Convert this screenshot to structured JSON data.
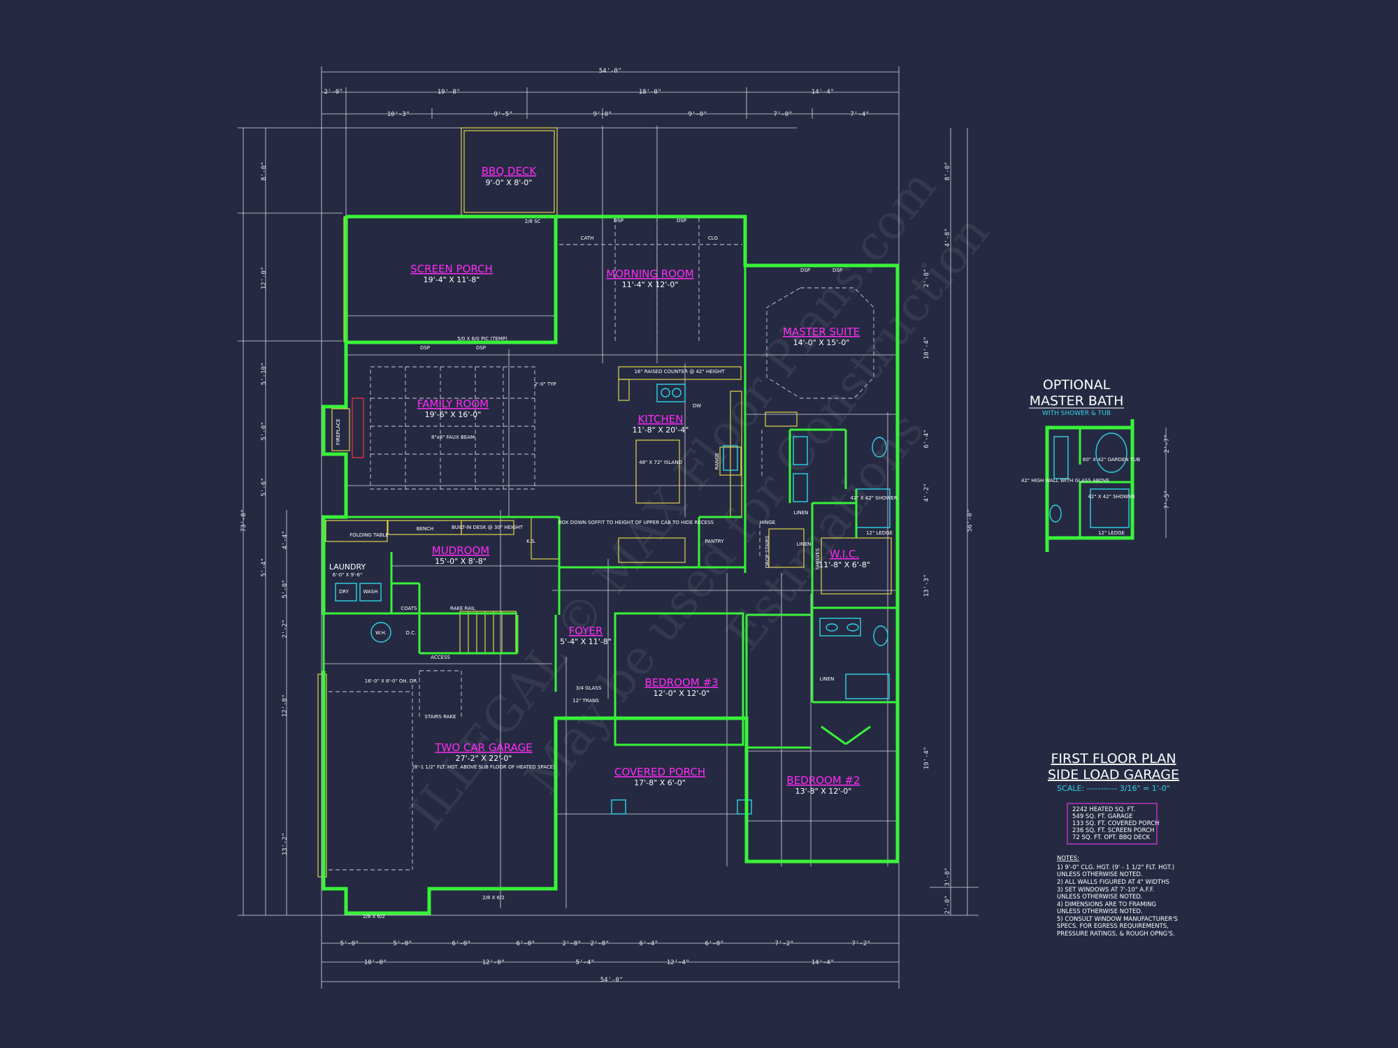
{
  "colors": {
    "background": "#252a42",
    "walls": "#39f339",
    "room_labels": "#ff2cf6",
    "text": "#ffffff",
    "scale": "#34d3ef",
    "framing": "#e3d54a"
  },
  "overall_dims": {
    "top_total": "54'-0\"",
    "bottom_total": "54'-0\"",
    "left_total": "73'-8\"",
    "right_total": "56'-0\""
  },
  "top_dims_row1": [
    "2'-0\"",
    "19'-8\"",
    "18'-0\"",
    "14'-4\""
  ],
  "top_dims_row2": [
    "10'-3\"",
    "9'-5\"",
    "9'-0\"",
    "9'-0\"",
    "7'-0\"",
    "7'-4\""
  ],
  "bottom_dims_row1": [
    "5'-0\"",
    "5'-0\"",
    "6'-0\"",
    "6'-0\"",
    "2'-8\"",
    "2'-8\"",
    "6'-4\"",
    "6'-0\"",
    "7'-2\"",
    "7'-2\""
  ],
  "bottom_dims_row2": [
    "10'-0\"",
    "12'-0\"",
    "5'-4\"",
    "12'-4\"",
    "14'-4\""
  ],
  "left_dims": [
    "8'-0\"",
    "12'-0\"",
    "5'-10\"",
    "5'-0\"",
    "5'-6\"",
    "4'-4\"",
    "5'-4\"",
    "5'-0\"",
    "2'-2\"",
    "12'-8\"",
    "13'-2\""
  ],
  "right_dims": [
    "8'-0\"",
    "4'-8\"",
    "2'-8\"",
    "10'-4\"",
    "6'-4\"",
    "4'-2\"",
    "13'-3\"",
    "19'-4\"",
    "3'-0\"",
    "2'-0\""
  ],
  "rooms": {
    "bbq_deck": {
      "name": "BBQ DECK",
      "size": "9'-0\" X 8'-0\""
    },
    "screen_porch": {
      "name": "SCREEN PORCH",
      "size": "19'-4\" X 11'-8\""
    },
    "morning_room": {
      "name": "MORNING ROOM",
      "size": "11'-4\" X 12'-0\""
    },
    "master_suite": {
      "name": "MASTER SUITE",
      "size": "14'-0\" X 15'-0\""
    },
    "family_room": {
      "name": "FAMILY ROOM",
      "size": "19'-6\" X 16'-0\""
    },
    "kitchen": {
      "name": "KITCHEN",
      "size": "11'-8\" X 20'-4\""
    },
    "mudroom": {
      "name": "MUDROOM",
      "size": "15'-0\" X 8'-8\""
    },
    "laundry": {
      "name": "LAUNDRY",
      "size": "6'-0\" X 9'-6\""
    },
    "foyer": {
      "name": "FOYER",
      "size": "5'-4\" X 11'-8\""
    },
    "wic": {
      "name": "W.I.C.",
      "size": "11'-8\" X 6'-8\""
    },
    "bedroom3": {
      "name": "BEDROOM #3",
      "size": "12'-0\" X 12'-0\""
    },
    "two_car_garage": {
      "name": "TWO CAR GARAGE",
      "size": "27'-2\" X 22'-0\"",
      "note": "(8'-1 1/2\" FLT. HGT. ABOVE SUB FLOOR OF HEATED SPACE)"
    },
    "covered_porch": {
      "name": "COVERED PORCH",
      "size": "17'-8\" X 6'-0\""
    },
    "bedroom2": {
      "name": "BEDROOM #2",
      "size": "13'-8\" X 12'-0\""
    }
  },
  "labels": {
    "cath": "CATH",
    "clg": "CLG",
    "dsp": "DSP",
    "raised_counter": "16\" RAISED COUNTER @ 42\" HEIGHT",
    "island": "48\" X 72\" ISLAND",
    "range": "RANGE",
    "dw": "DW",
    "pantry": "PANTRY",
    "box_down": "BOX DOWN SOFFIT TO HEIGHT OF UPPER CAB TO HIDE RECESS",
    "faux_beam": "8\"x8\" FAUX BEAM",
    "fireplace": "FIREPLACE",
    "bench": "BENCH",
    "folding_table": "FOLDING TABLE",
    "dry": "DRY",
    "wash": "WASH",
    "coats": "COATS",
    "rake_rail": "RAKE RAIL",
    "access": "ACCESS",
    "stairs_rake": "STAIRS RAKE",
    "builtin_desk": "BUILT-IN DESK @ 30\" HEIGHT",
    "whd": "W.H.",
    "dc": "D.C.",
    "ks": "K.S.",
    "linen": "LINEN",
    "shelves": "SHELVES",
    "shower": "42\" X 42\" SHOWER",
    "ledge": "12\" LEDGE",
    "garage_door": "16'-0\" X 8'-0\" OH. DR.",
    "window_trans": "12\" TRANS",
    "front_door": "3/4 GLASS",
    "typ": "2'-0\" TYP",
    "hinge": "HINGE",
    "drop_stairs": "DROP STAIRS",
    "garage_win_top": "2/8 X 6/2",
    "porch_win": "5/0 X 6/0 PIC (TEMP)",
    "deck_door": "2/8 SC"
  },
  "optional_bath": {
    "title_line1": "OPTIONAL",
    "title_line2": "MASTER BATH",
    "subtitle": "WITH SHOWER & TUB",
    "garden_tub": "60\" X 42\" GARDEN TUB",
    "half_wall": "42\" HIGH WALL WITH GLASS ABOVE",
    "shower": "42\" X 42\" SHOWER",
    "ledge": "12\" LEDGE",
    "dim_top": "2'-7\"",
    "dim_bottom": "7'-5\""
  },
  "title_block": {
    "line1": "FIRST FLOOR PLAN",
    "line2": "SIDE LOAD GARAGE",
    "scale_label": "SCALE: ----------- 3/16\" = 1'-0\""
  },
  "stats": [
    "2242 HEATED SQ. FT.",
    "549 SQ. FT. GARAGE",
    "133 SQ. FT. COVERED PORCH",
    "236 SQ. FT. SCREEN PORCH",
    "72 SQ. FT. OPT. BBQ DECK"
  ],
  "notes": {
    "heading": "NOTES:",
    "items": [
      "1) 9'-0\" CLG. HGT. (9' - 1 1/2\" FLT. HGT.)",
      "    UNLESS OTHERWISE NOTED.",
      "2) ALL WALLS FIGURED AT 4\" WIDTHS",
      "3) SET WINDOWS AT 7'-10\" A.F.F.",
      "    UNLESS OTHERWISE NOTED.",
      "4) DIMENSIONS ARE TO FRAMING",
      "    UNLESS OTHERWISE NOTED.",
      "5) CONSULT WINDOW MANUFACTURER'S",
      "    SPECS. FOR EGRESS REQUIREMENTS,",
      "    PRESSURE RATINGS, & ROUGH OPNG'S."
    ]
  },
  "watermark": {
    "line1": "ILLEGAL © MAX Floor Plans.com",
    "line2": "May be used for Construction",
    "line3": "Estimations"
  }
}
